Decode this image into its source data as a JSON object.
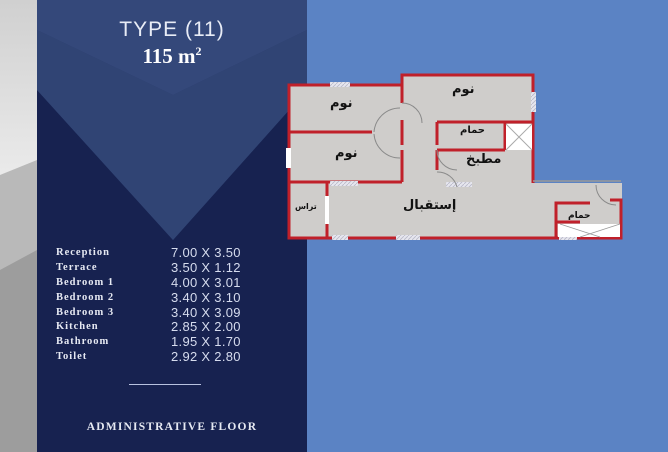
{
  "header": {
    "type_label": "TYPE (11)",
    "area_value": "115 m",
    "area_unit_sup": "2"
  },
  "specs": [
    {
      "room": "Reception",
      "dimensions": "7.00 X 3.50"
    },
    {
      "room": "Terrace",
      "dimensions": "3.50 X 1.12"
    },
    {
      "room": "Bedroom 1",
      "dimensions": "4.00 X 3.01"
    },
    {
      "room": "Bedroom 2",
      "dimensions": "3.40 X 3.10"
    },
    {
      "room": "Bedroom 3",
      "dimensions": "3.40 X 3.09"
    },
    {
      "room": "Kitchen",
      "dimensions": "2.85 X 2.00"
    },
    {
      "room": "Bathroom",
      "dimensions": "1.95 X 1.70"
    },
    {
      "room": "Toilet",
      "dimensions": "2.92 X 2.80"
    }
  ],
  "footer": {
    "floor_label": "ADMINISTRATIVE FLOOR"
  },
  "floor_plan": {
    "rooms": {
      "bedroom_top_left": "نوم",
      "bedroom_top_right": "نوم",
      "bedroom_mid_left": "نوم",
      "bathroom": "حمام",
      "kitchen": "مطبخ",
      "reception": "إستقبال",
      "terrace": "تراس",
      "toilet": "حمام"
    },
    "colors": {
      "wall": "#c0202a",
      "floor": "#cfcdcb",
      "window": "#e8e8f0",
      "background": "#5b83c4",
      "panel": "#172250",
      "panel_chevron": "#2f4170"
    }
  }
}
